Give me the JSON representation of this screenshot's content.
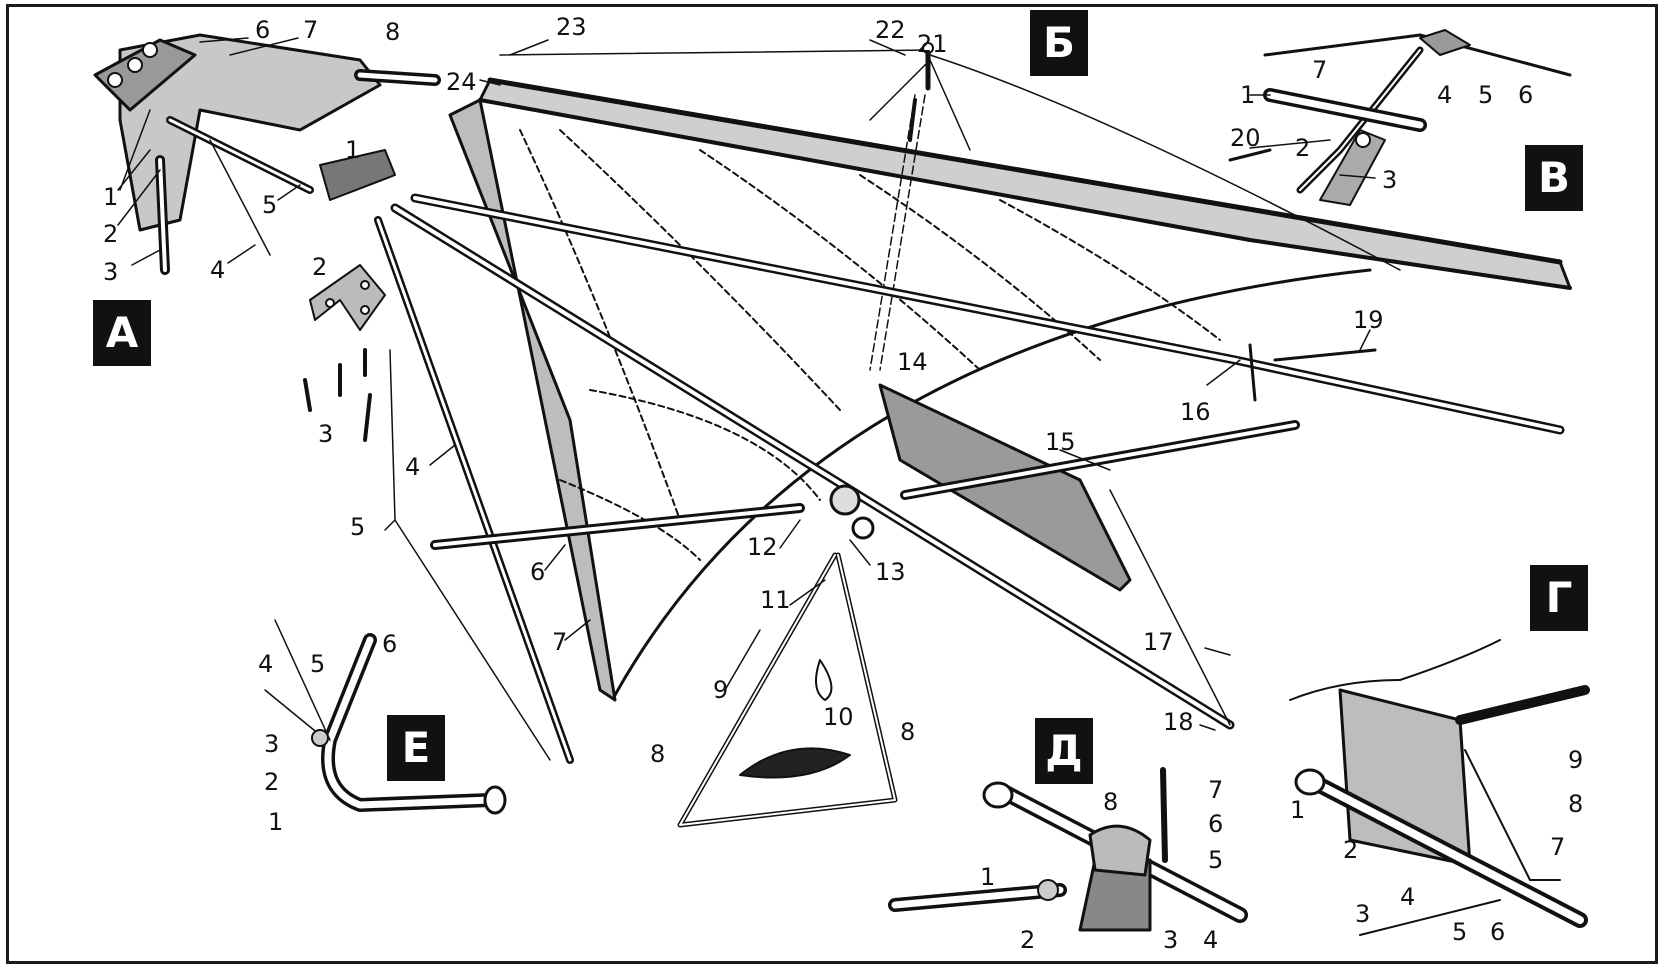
{
  "figure": {
    "panels": [
      {
        "id": "A",
        "letter": "А",
        "labels": [
          "1",
          "2",
          "3",
          "4",
          "5",
          "6",
          "7",
          "8"
        ]
      },
      {
        "id": "B",
        "letter": "Б",
        "labels": [
          "1",
          "2",
          "3",
          "4",
          "5",
          "6",
          "7",
          "8",
          "9",
          "10",
          "11",
          "12",
          "13",
          "14",
          "15",
          "16",
          "17",
          "18",
          "19",
          "20",
          "21",
          "22",
          "23",
          "24"
        ]
      },
      {
        "id": "V",
        "letter": "В",
        "labels": [
          "1",
          "2",
          "3",
          "4",
          "5",
          "6",
          "7",
          "20"
        ]
      },
      {
        "id": "G",
        "letter": "Г",
        "labels": [
          "1",
          "2",
          "3",
          "4",
          "5",
          "6",
          "7",
          "8",
          "9"
        ]
      },
      {
        "id": "D",
        "letter": "Д",
        "labels": [
          "1",
          "2",
          "3",
          "4",
          "5",
          "6",
          "7",
          "8"
        ]
      },
      {
        "id": "E",
        "letter": "Е",
        "labels": [
          "1",
          "2",
          "3",
          "4",
          "5",
          "6"
        ]
      }
    ],
    "ink_color": "#111111",
    "paper_color": "#ffffff"
  }
}
